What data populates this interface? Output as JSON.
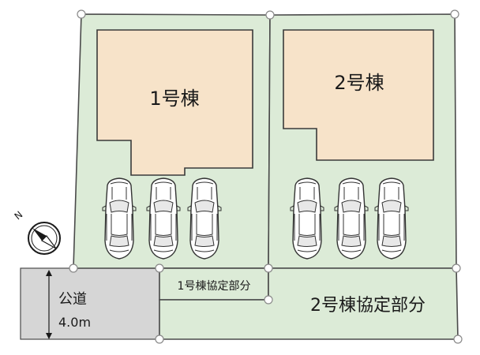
{
  "colors": {
    "lot_fill": "#dcebd7",
    "building_fill": "#f7e3c9",
    "road_fill": "#d6d6d6",
    "line": "#4a4a4a"
  },
  "buildings": [
    {
      "label": "1号棟"
    },
    {
      "label": "2号棟"
    }
  ],
  "shared_areas": [
    {
      "label": "1号棟協定部分"
    },
    {
      "label": "2号棟協定部分"
    }
  ],
  "road": {
    "label": "公道",
    "width": "4.0m"
  },
  "compass": {
    "label": "N",
    "icon": "compass-icon"
  },
  "cars": {
    "building1_count": 3,
    "building2_count": 3
  }
}
